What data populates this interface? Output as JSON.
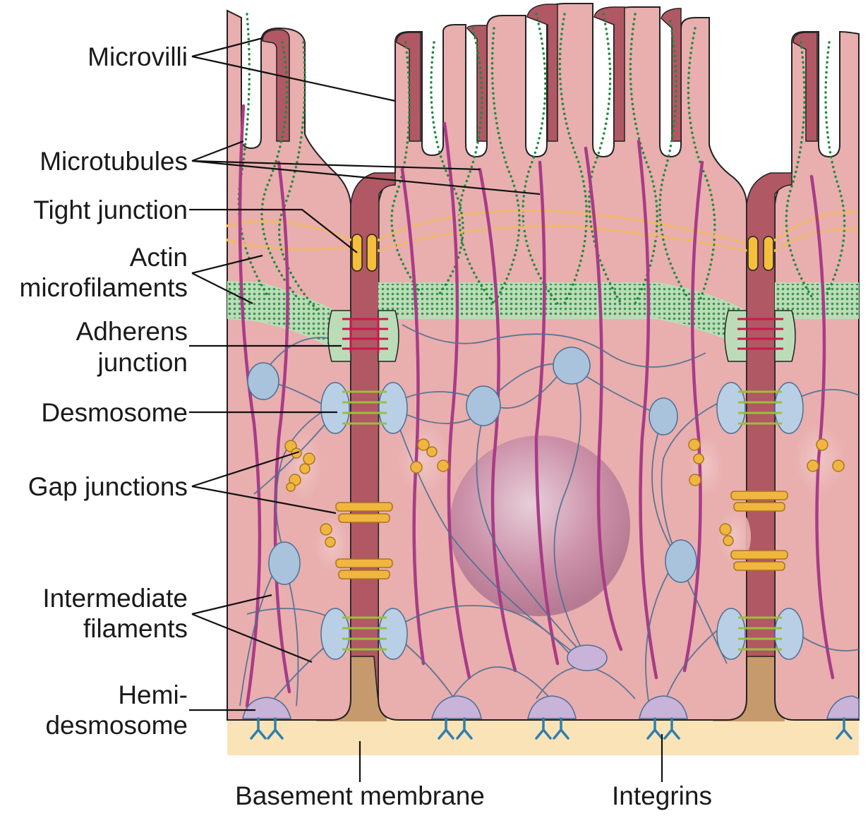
{
  "labels": {
    "microvilli": "Microvilli",
    "microtubules": "Microtubules",
    "tight_junction": "Tight junction",
    "actin_line1": "Actin",
    "actin_line2": "microfilaments",
    "adherens_line1": "Adherens",
    "adherens_line2": "junction",
    "desmosome": "Desmosome",
    "gap_junctions": "Gap junctions",
    "intermediate_line1": "Intermediate",
    "intermediate_line2": "filaments",
    "hemi_line1": "Hemi-",
    "hemi_line2": "desmosome",
    "basement_membrane": "Basement membrane",
    "integrins": "Integrins"
  },
  "colors": {
    "cytoplasm": "#e9aeae",
    "membrane": "#b05864",
    "basement": "#fbe3b8",
    "intercellular_base": "#c69a6c",
    "actin": "#1f8a3c",
    "tight_junction": "#f4bf3a",
    "microtubule": "#a83c87",
    "intermediate_filament": "#4b6f93",
    "desmosome_plaque": "#b9cfe6",
    "desmosome_link": "#9bbf3a",
    "adherens_link": "#c8194c",
    "adherens_band": "#bcdcb8",
    "gap_junction": "#f1b640",
    "hemidesmosome": "#c9b3d9",
    "integrin": "#2f7fae",
    "nucleus": "#c890a8"
  }
}
